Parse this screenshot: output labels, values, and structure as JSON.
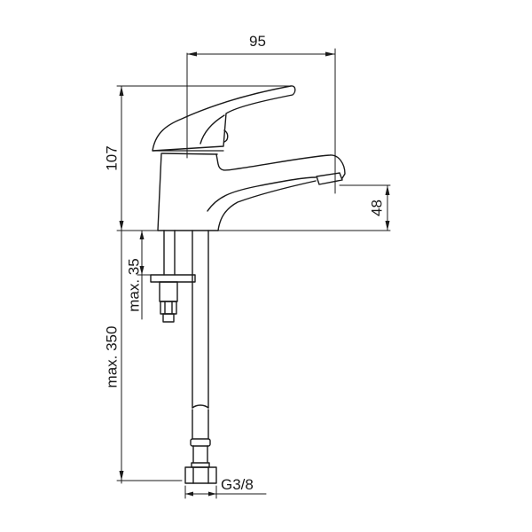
{
  "drawing": {
    "subject": "single-lever basin mixer faucet technical dimension drawing",
    "line_color": "#1a1a1a",
    "background": "#ffffff",
    "dimensions": {
      "spout_reach": "95",
      "total_height": "107",
      "spout_outlet_height": "48",
      "max_tap_hole_depth": "max. 35",
      "max_hose_length": "max. 350",
      "hose_connection_thread": "G3/8"
    }
  }
}
